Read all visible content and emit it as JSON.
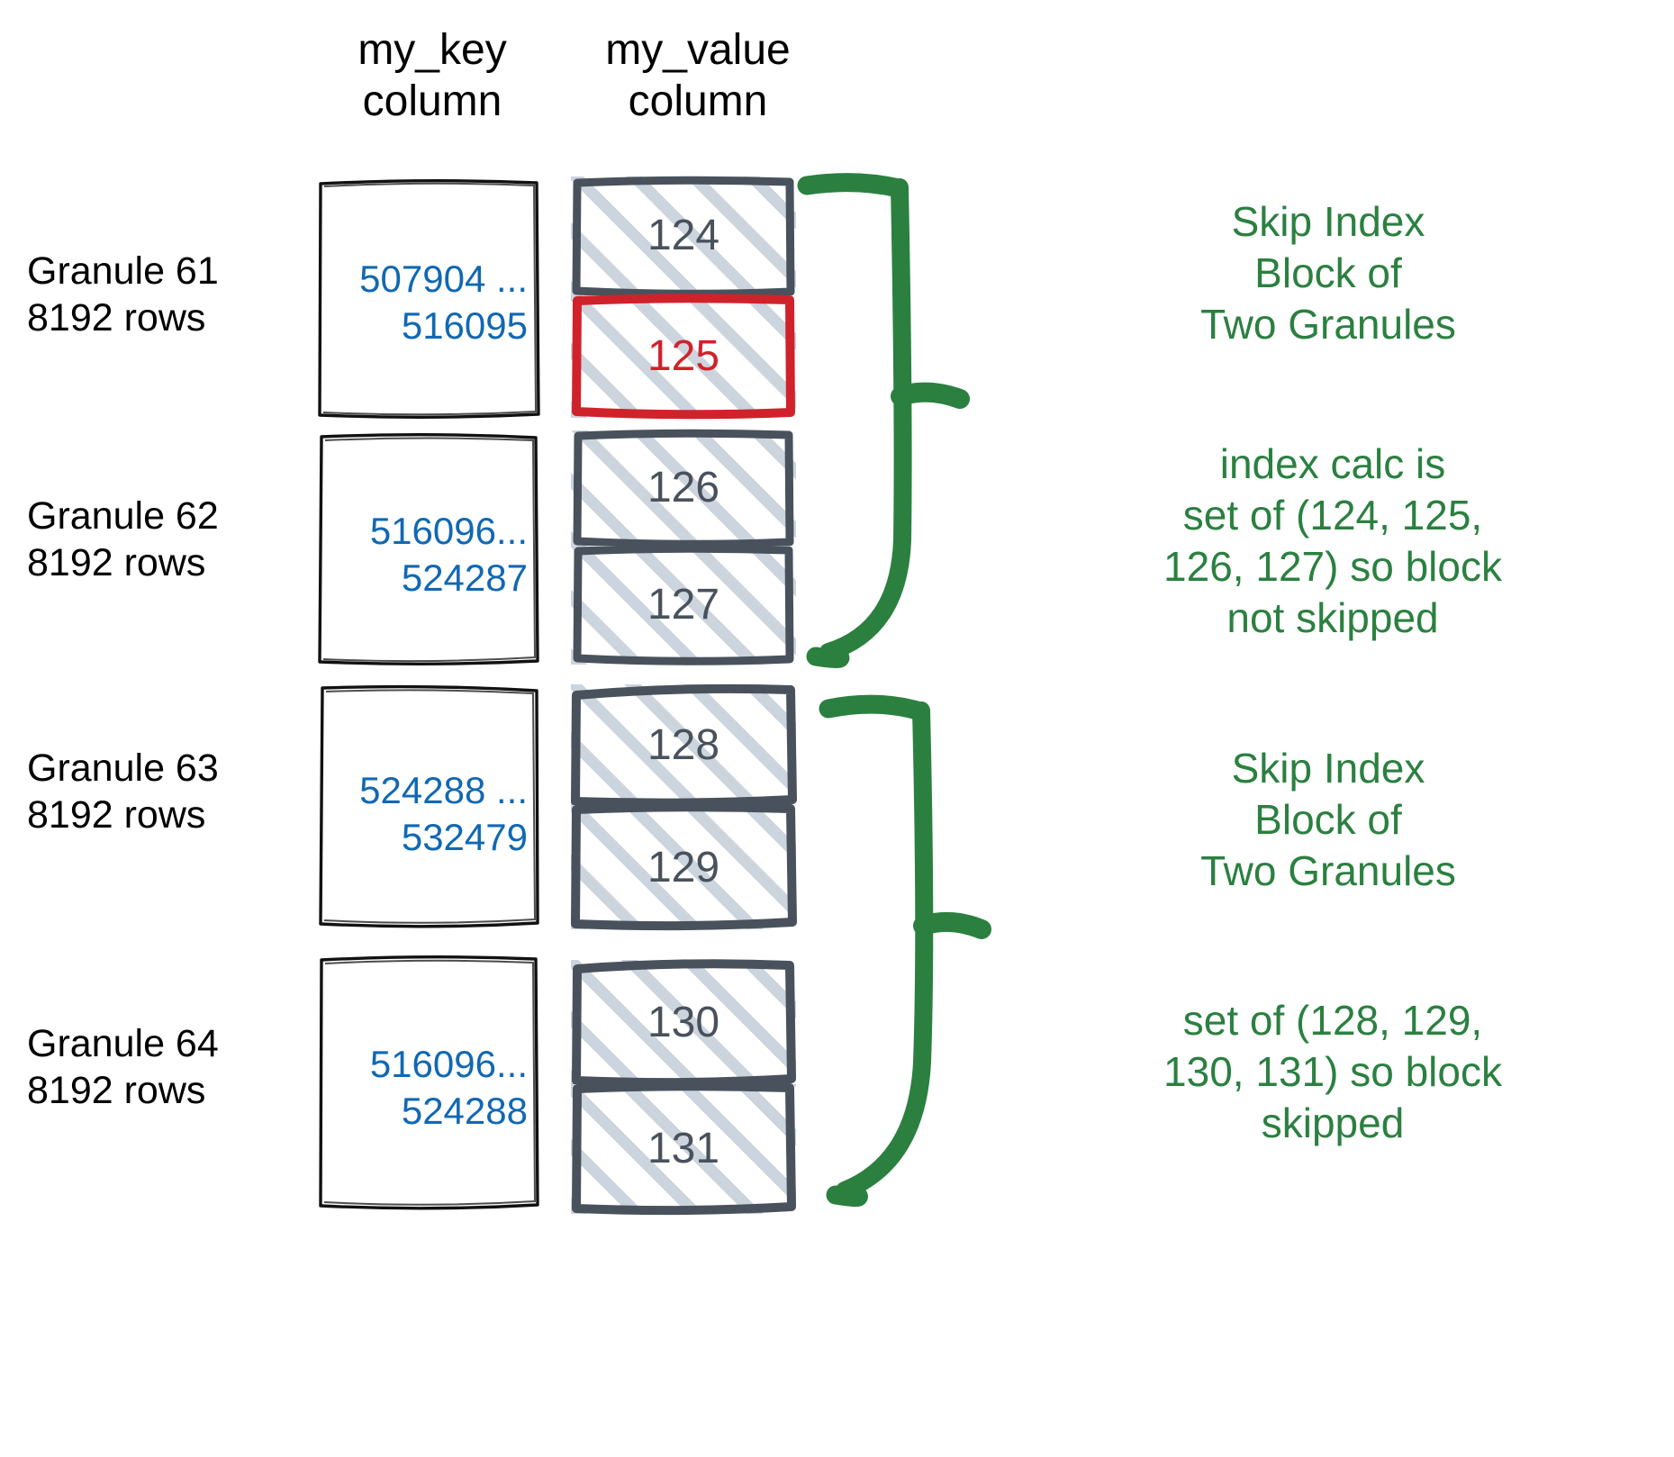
{
  "headers": {
    "key_column": "my_key\ncolumn",
    "value_column": "my_value\ncolumn"
  },
  "colors": {
    "key_value_text": "#1168b3",
    "value_text": "#49525c",
    "highlight_red": "#d0222b",
    "annotation_green": "#2b8040",
    "box_border_dark": "#49525c",
    "hatch": "#ccd4de",
    "sketch_black": "#111111"
  },
  "granules": [
    {
      "label": "Granule 61\n8192 rows",
      "key_range": "507904 ...\n516095",
      "values": [
        {
          "text": "124",
          "highlighted": false
        },
        {
          "text": "125",
          "highlighted": true
        }
      ]
    },
    {
      "label": "Granule 62\n8192 rows",
      "key_range": "516096...\n524287",
      "values": [
        {
          "text": "126",
          "highlighted": false
        },
        {
          "text": "127",
          "highlighted": false
        }
      ]
    },
    {
      "label": "Granule 63\n8192 rows",
      "key_range": "524288 ...\n532479",
      "values": [
        {
          "text": "128",
          "highlighted": false
        },
        {
          "text": "129",
          "highlighted": false
        }
      ]
    },
    {
      "label": "Granule 64\n8192 rows",
      "key_range": "516096...\n524288",
      "values": [
        {
          "text": "130",
          "highlighted": false
        },
        {
          "text": "131",
          "highlighted": false
        }
      ]
    }
  ],
  "annotations": [
    {
      "text": "Skip Index\nBlock of\nTwo Granules"
    },
    {
      "text": "index calc is\nset of (124, 125,\n126, 127) so block\nnot skipped"
    },
    {
      "text": "Skip Index\nBlock of\nTwo Granules"
    },
    {
      "text": "set of (128, 129,\n130, 131) so block\nskipped"
    }
  ]
}
